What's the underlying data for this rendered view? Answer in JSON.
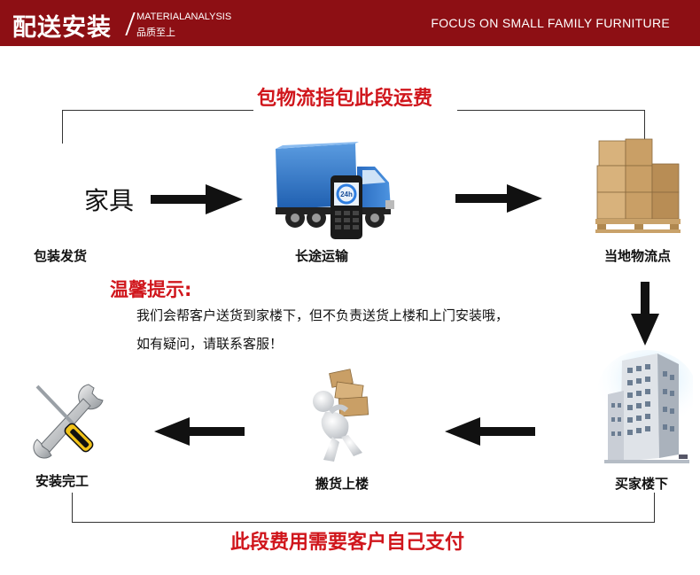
{
  "header": {
    "title": "配送安装",
    "subtitle_en": "MATERIALANALYSIS",
    "subtitle_cn": "品质至上",
    "tagline": "FOCUS ON SMALL FAMILY FURNITURE",
    "background": "#8d0f14"
  },
  "top_caption": "包物流指包此段运费",
  "bottom_caption": "此段费用需要客户自己支付",
  "furniture_text": "家具",
  "steps": {
    "pack": "包装发货",
    "transport": "长途运输",
    "local_point": "当地物流点",
    "downstairs": "买家楼下",
    "carry": "搬货上楼",
    "install": "安装完工"
  },
  "truck_badge": "24h",
  "tip": {
    "title": "温馨提示:",
    "line1": "我们会帮客户送货到家楼下，但不负责送货上楼和上门安装哦，",
    "line2": "如有疑问，请联系客服！"
  },
  "colors": {
    "accent_red": "#d0161c",
    "arrow": "#111111"
  },
  "icons": [
    "truck-icon",
    "boxes-pallet-icon",
    "building-icon",
    "carrying-man-icon",
    "wrench-screwdriver-icon",
    "arrow-right-icon",
    "arrow-left-icon",
    "arrow-down-icon"
  ]
}
